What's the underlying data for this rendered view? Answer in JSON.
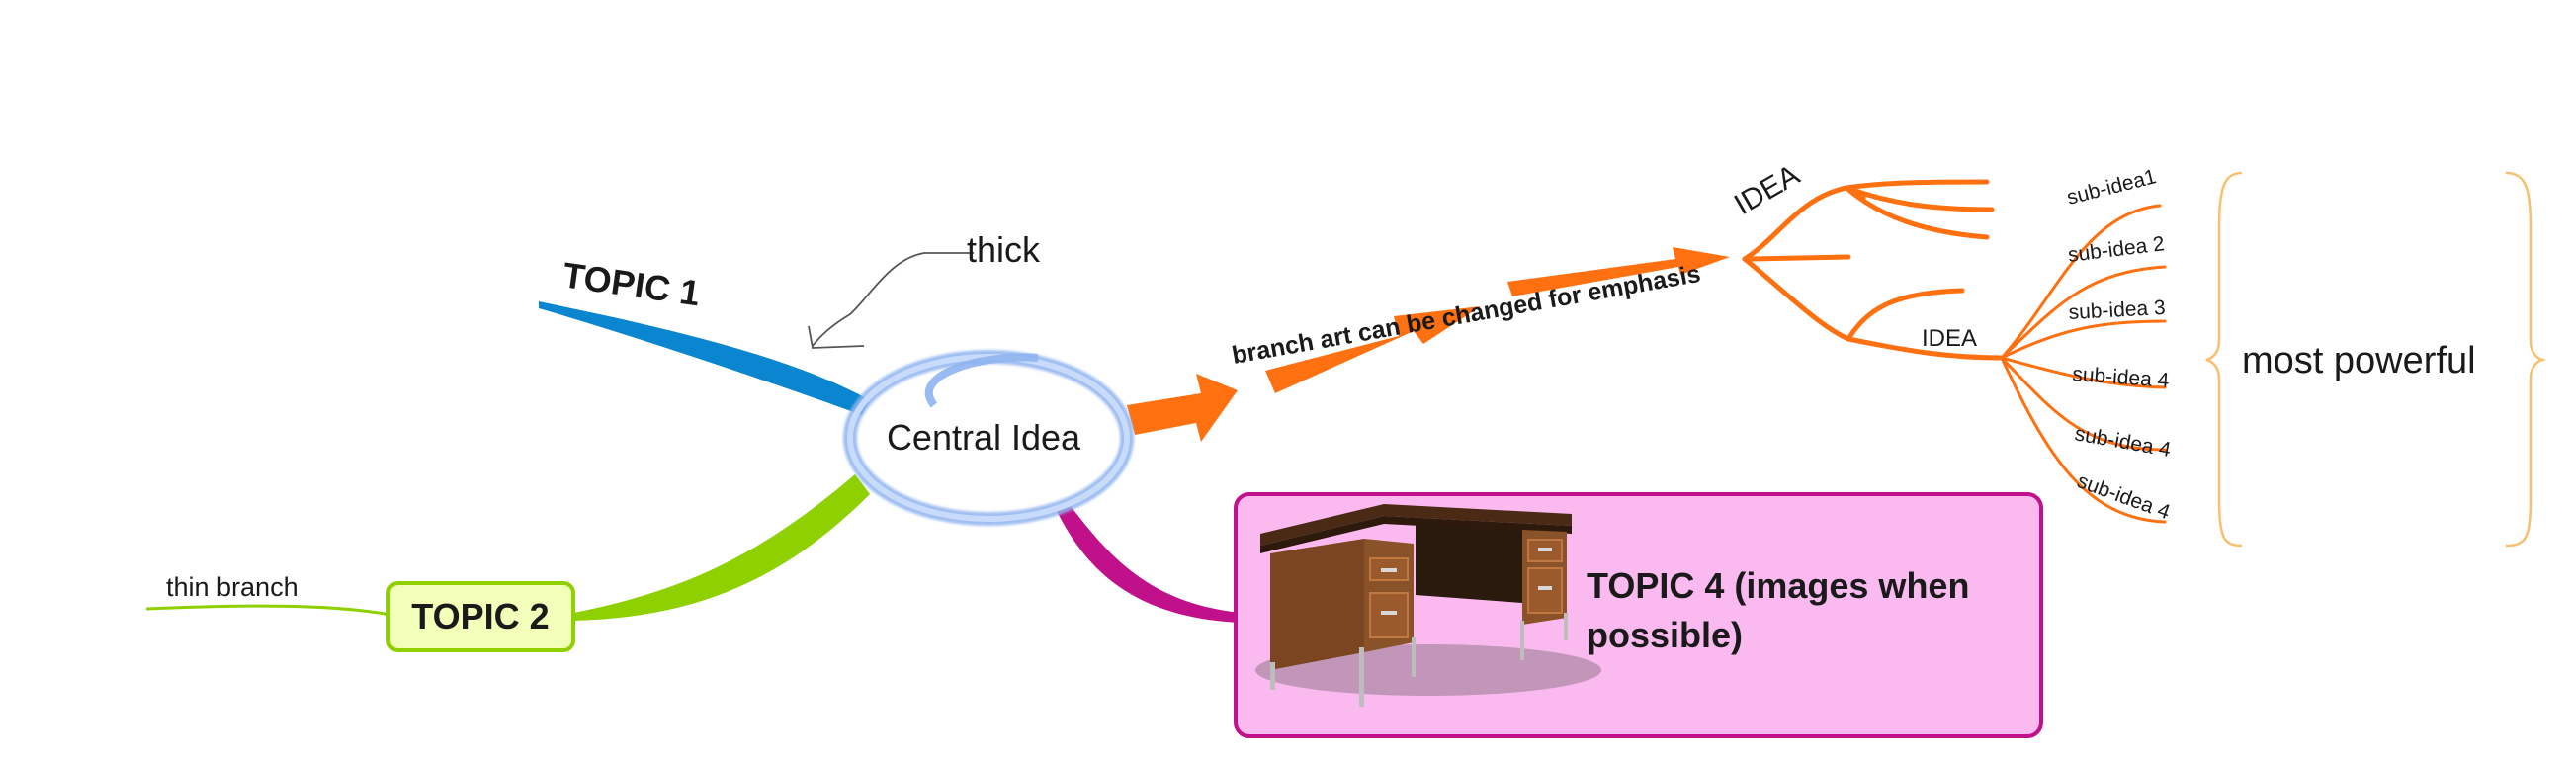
{
  "central": {
    "label": "Central Idea"
  },
  "annotations": {
    "thick": "thick"
  },
  "topics": {
    "topic1": "TOPIC 1",
    "topic2": "TOPIC 2",
    "thin_branch": "thin branch",
    "topic4": "TOPIC 4 (images when possible)"
  },
  "branch_art": "branch art can be changed for emphasis",
  "ideas": {
    "idea_top": "IDEA",
    "idea_mid": "IDEA"
  },
  "sub_ideas": [
    "sub-idea1",
    "sub-idea 2",
    "sub-idea 3",
    "sub-idea 4",
    "sub-idea 4",
    "sub-idea 4"
  ],
  "bracket_label": "most powerful",
  "colors": {
    "blue": "#0a86d0",
    "green": "#8ed000",
    "orange": "#ff7010",
    "magenta": "#c0108a",
    "topic4_fill": "#fbbaef",
    "topic2_fill": "#f1ffb8",
    "bracket": "#f6c070"
  },
  "icons": {
    "desk": "desk-image"
  }
}
